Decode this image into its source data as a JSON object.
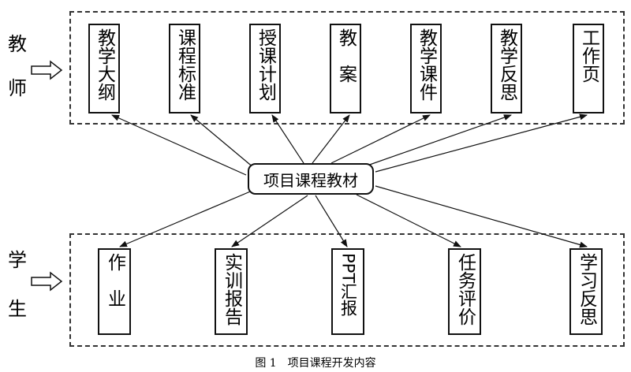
{
  "teacher": {
    "label_1": "教",
    "label_2": "师",
    "items": [
      "教学大纲",
      "课程标准",
      "授课计划",
      "教　案",
      "教学课件",
      "教学反思",
      "工作页"
    ]
  },
  "student": {
    "label_1": "学",
    "label_2": "生",
    "items": [
      "作　业",
      "实训报告",
      "PPT汇报",
      "任务评价",
      "学习反思"
    ]
  },
  "center": {
    "label": "项目课程教材"
  },
  "caption": "图 1　项目课程开发内容",
  "colors": {
    "line": "#111111",
    "background": "#ffffff"
  }
}
